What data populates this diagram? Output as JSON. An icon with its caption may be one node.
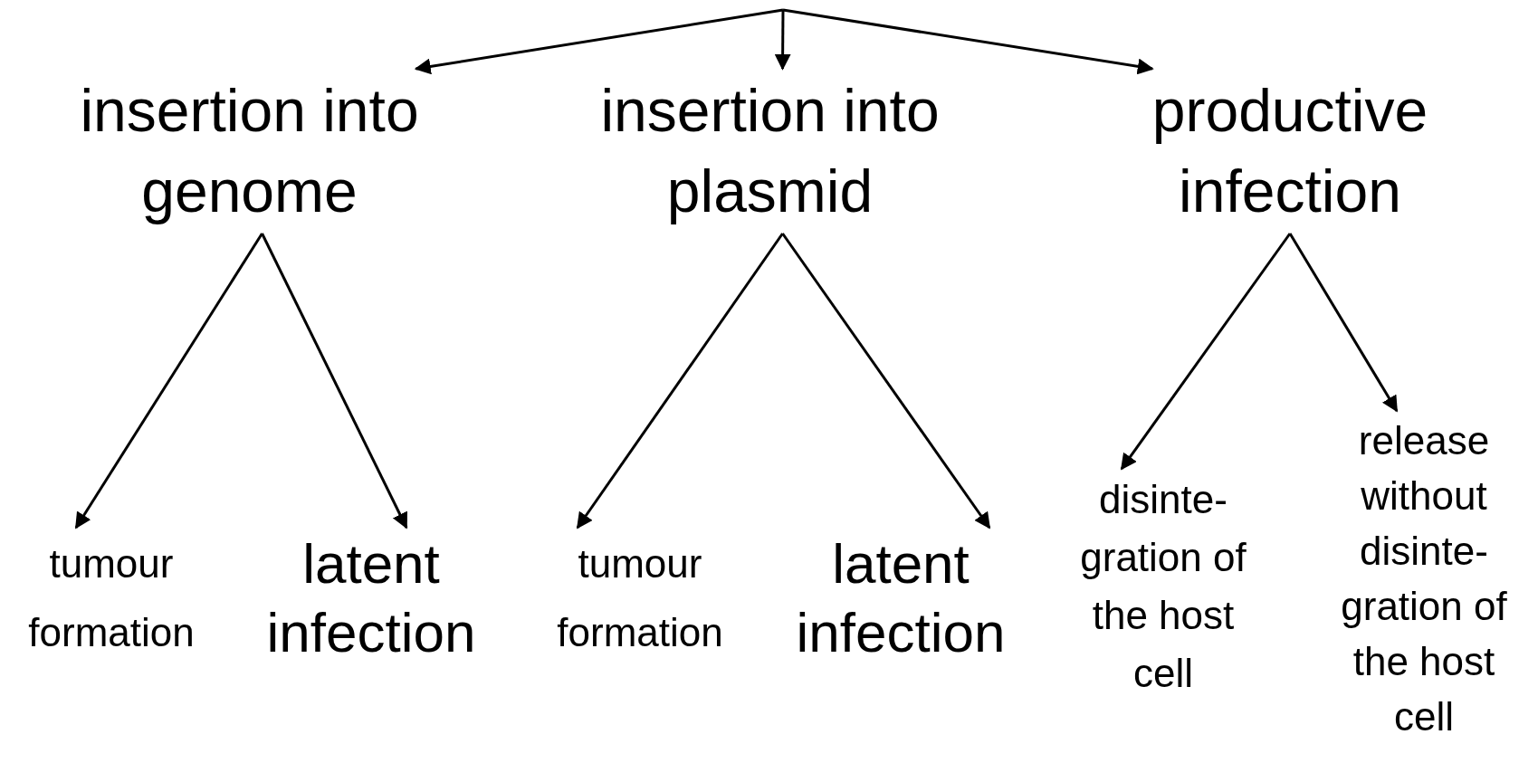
{
  "diagram": {
    "nodes": [
      {
        "text": [
          "insertion into genome"
        ]
      },
      {
        "text": [
          "insertion into plasmid"
        ]
      },
      {
        "text": [
          "productive infection"
        ]
      },
      {
        "text": [
          "tumour formation"
        ]
      },
      {
        "text": [
          "latent infection"
        ]
      },
      {
        "text": [
          "tumour formation"
        ]
      },
      {
        "text": [
          "latent infection"
        ]
      },
      {
        "text": [
          "disinte- gration of the host cell"
        ]
      },
      {
        "text": [
          "release without disinte- gration of the host cell"
        ]
      }
    ],
    "edges": [
      {
        "from": null,
        "to": 0,
        "arrow": "to"
      },
      {
        "from": null,
        "to": 1,
        "arrow": "to"
      },
      {
        "from": null,
        "to": 2,
        "arrow": "to"
      },
      {
        "from": 0,
        "to": 3,
        "arrow": "to"
      },
      {
        "from": 0,
        "to": 4,
        "arrow": "to"
      },
      {
        "from": 1,
        "to": 5,
        "arrow": "to"
      },
      {
        "from": 1,
        "to": 6,
        "arrow": "to"
      },
      {
        "from": 2,
        "to": 7,
        "arrow": "to"
      },
      {
        "from": 2,
        "to": 8,
        "arrow": "to"
      }
    ]
  }
}
